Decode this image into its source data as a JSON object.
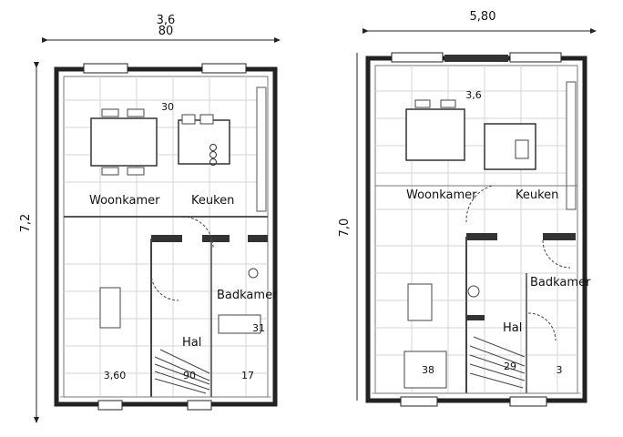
{
  "colors": {
    "wall": "#222222",
    "line": "#555555",
    "light": "#bbbbbb",
    "paper": "#ffffff"
  },
  "plan_a": {
    "top_dim": "3,6",
    "top_dim_sub": "80",
    "side_dim": "7,2",
    "area_top": "30",
    "room_living": "Woonkamer",
    "room_kitchen": "Keuken",
    "room_bath": "Badkamer",
    "room_hall": "Hal",
    "dim_bottom_left": "3,60",
    "dim_bottom_mid": "90",
    "dim_bottom_right": "17",
    "dim_right": "31"
  },
  "plan_b": {
    "top_dim": "5,80",
    "side_dim": "7,0",
    "area_top": "3,6",
    "room_living": "Woonkamer",
    "room_kitchen": "Keuken",
    "room_bath": "Badkamer",
    "room_hall": "Hal",
    "dim_bottom_left": "38",
    "dim_bottom_mid": "29",
    "dim_bottom_right": "3"
  }
}
